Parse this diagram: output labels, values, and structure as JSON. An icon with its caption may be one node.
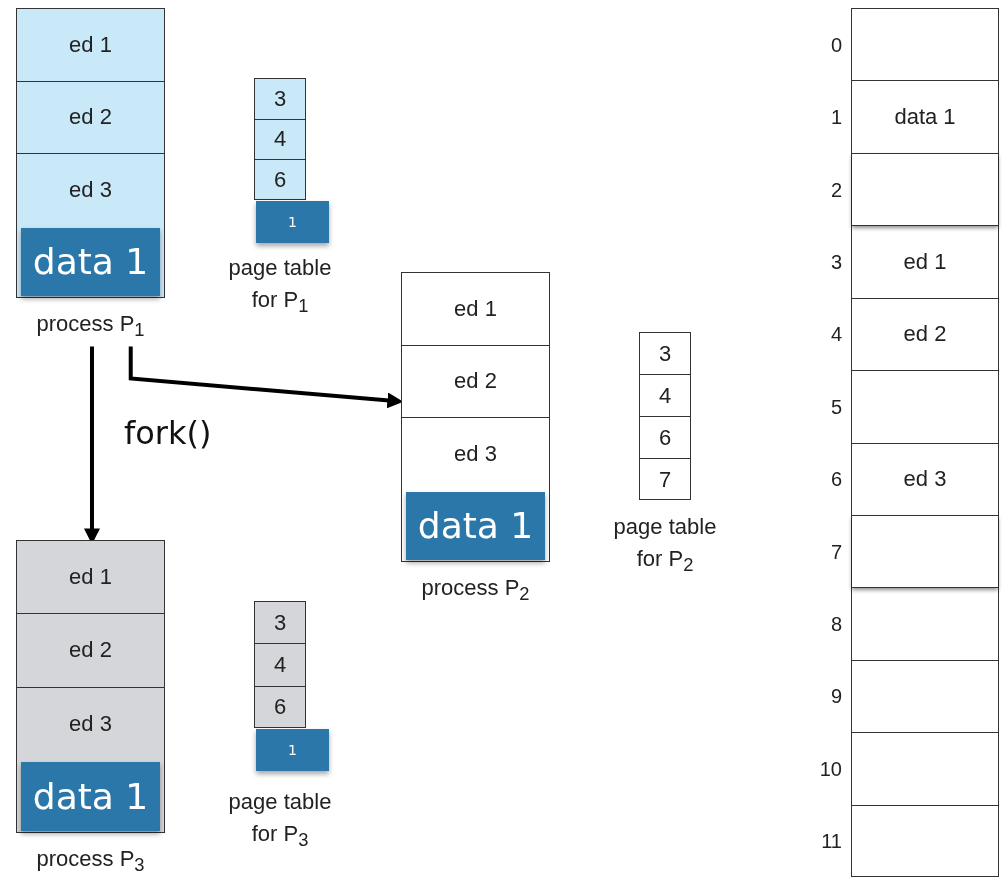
{
  "diagram": {
    "nodes": [
      {
        "text": [],
        "shape": "box",
        "beside": [
          "process P$_{1}$"
        ]
      },
      {
        "text": [
          "ed 1"
        ],
        "in": 0
      },
      {
        "text": [
          "ed 2"
        ],
        "in": 0
      },
      {
        "text": [
          "ed 3"
        ],
        "in": 0
      },
      {
        "text": [
          "data 1"
        ],
        "in": 0
      },
      {
        "text": [],
        "shape": "box"
      },
      {
        "text": [
          "3"
        ],
        "in": 5
      },
      {
        "text": [
          "4"
        ],
        "in": 5
      },
      {
        "text": [
          "6"
        ],
        "in": 5
      },
      {
        "text": [
          "1"
        ]
      },
      {
        "text": [],
        "shape": "box",
        "beside": [
          "process P$_{2}$"
        ]
      },
      {
        "text": [
          "ed 1"
        ],
        "in": 10
      },
      {
        "text": [
          "ed 2"
        ],
        "in": 10
      },
      {
        "text": [
          "ed 3"
        ],
        "in": 10
      },
      {
        "text": [
          "data 1"
        ],
        "in": 10
      },
      {
        "text": [],
        "shape": "box",
        "beside": [
          "page table for P$_{2}$"
        ]
      },
      {
        "text": [
          "3"
        ],
        "in": 15
      },
      {
        "text": [
          "4"
        ],
        "in": 15
      },
      {
        "text": [
          "6"
        ],
        "in": 15
      },
      {
        "text": [
          "7"
        ],
        "in": 15
      },
      {
        "text": [],
        "shape": "box",
        "beside": [
          "process P$_{3}$"
        ]
      },
      {
        "text": [
          "ed 1"
        ],
        "in": 20
      },
      {
        "text": [
          "ed 2"
        ],
        "in": 20
      },
      {
        "text": [
          "ed 3"
        ],
        "in": 20
      },
      {
        "text": [
          "data 1"
        ],
        "in": 20
      },
      {
        "text": [],
        "shape": "box"
      },
      {
        "text": [
          "3"
        ],
        "in": 25
      },
      {
        "text": [
          "4"
        ],
        "in": 25
      },
      {
        "text": [
          "6"
        ],
        "in": 25
      },
      {
        "text": [
          "1"
        ]
      },
      {
        "text": [],
        "shape": "box"
      },
      {
        "text": [],
        "shape": "box",
        "in": 30,
        "beside": [
          "0"
        ]
      },
      {
        "text": [
          "data 1"
        ],
        "in": 30,
        "beside": [
          "1"
        ]
      },
      {
        "text": [],
        "shape": "box",
        "in": 30,
        "beside": [
          "2"
        ]
      },
      {
        "text": [
          "ed 1"
        ],
        "in": 30,
        "beside": [
          "3"
        ]
      },
      {
        "text": [
          "ed 2"
        ],
        "in": 30,
        "beside": [
          "4"
        ]
      },
      {
        "text": [],
        "shape": "box",
        "in": 30,
        "beside": [
          "5"
        ]
      },
      {
        "text": [
          "ed 3"
        ],
        "in": 30,
        "beside": [
          "6"
        ]
      },
      {
        "text": [],
        "shape": "box",
        "in": 30,
        "beside": [
          "7"
        ]
      },
      {
        "text": [],
        "shape": "box",
        "in": 30,
        "beside": [
          "8"
        ]
      },
      {
        "text": [],
        "shape": "box",
        "in": 30,
        "beside": [
          "9"
        ]
      },
      {
        "text": [],
        "shape": "box",
        "in": 30,
        "beside": [
          "10"
        ]
      },
      {
        "text": [],
        "shape": "box",
        "in": 30,
        "beside": [
          "11"
        ]
      }
    ],
    "edges": [
      {
        "from": 0,
        "to": 10,
        "arrow": "to"
      },
      {
        "from": 0,
        "to": 20,
        "arrow": "to",
        "label": "fork()"
      }
    ],
    "labels": [
      "page table for P$_{1}$",
      "page table for P$_{3}$"
    ]
  }
}
